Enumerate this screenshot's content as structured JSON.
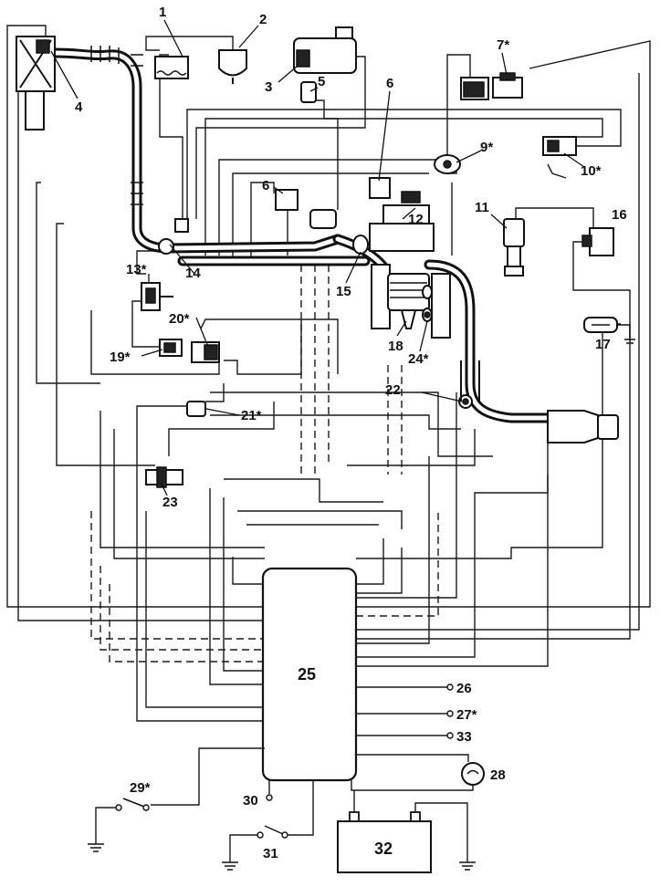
{
  "labels": {
    "l1": "1",
    "l2": "2",
    "l3": "3",
    "l4": "4",
    "l5": "5",
    "l6a": "6",
    "l6b": "6",
    "l7": "7*",
    "l9": "9*",
    "l10": "10*",
    "l11": "11",
    "l12": "12",
    "l13": "13*",
    "l14": "14",
    "l15": "15",
    "l16": "16",
    "l17": "17",
    "l18": "18",
    "l19": "19*",
    "l20": "20*",
    "l21": "21*",
    "l22": "22",
    "l23": "23",
    "l24": "24*",
    "l25": "25",
    "l26": "26",
    "l27": "27*",
    "l28": "28",
    "l29": "29*",
    "l30": "30",
    "l31": "31",
    "l32": "32",
    "l33": "33"
  }
}
